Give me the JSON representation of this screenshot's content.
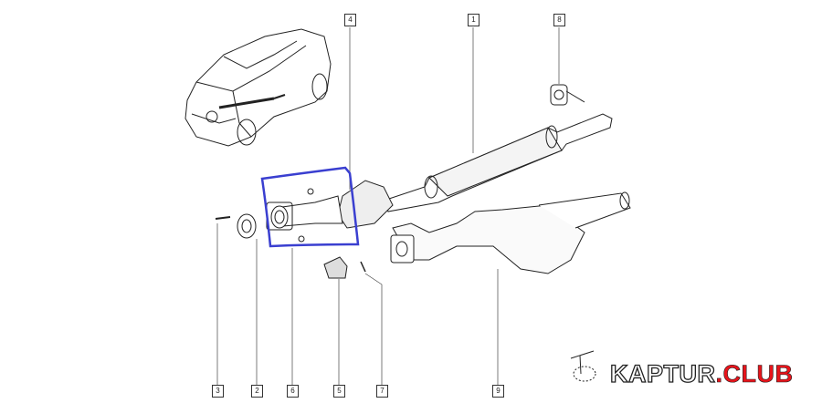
{
  "diagram": {
    "title": "Exhaust system parts diagram",
    "callouts": {
      "top": [
        "4",
        "1",
        "8"
      ],
      "bottom": [
        "3",
        "2",
        "6",
        "5",
        "7",
        "9"
      ]
    },
    "highlight_color": "#3a3fd0"
  },
  "watermark": {
    "brand": "KAPTUR",
    "suffix": ".CLUB",
    "brand_color": "#ffffff",
    "suffix_color": "#e8141b"
  }
}
